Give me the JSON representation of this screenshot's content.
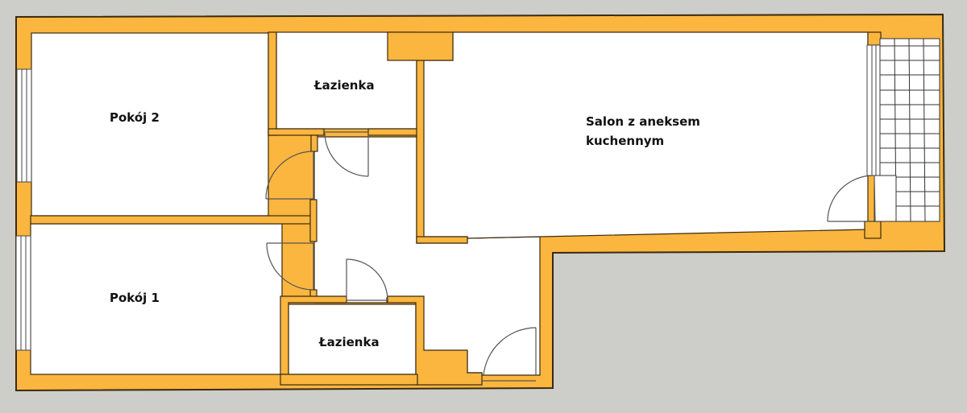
{
  "plan": {
    "type": "floor-plan",
    "colors": {
      "background": "#cdcdc9",
      "wall": "#fbb63f",
      "wall_outline": "#3a2a10",
      "floor": "#ffffff",
      "door_line": "#555555"
    }
  },
  "rooms": [
    {
      "id": "pokoj-2",
      "label": "Pokój 2"
    },
    {
      "id": "lazienka-top",
      "label": "Łazienka"
    },
    {
      "id": "salon",
      "label": "Salon z aneksem\nkuchennym"
    },
    {
      "id": "pokoj-1",
      "label": "Pokój 1"
    },
    {
      "id": "lazienka-bottom",
      "label": "Łazienka"
    }
  ]
}
